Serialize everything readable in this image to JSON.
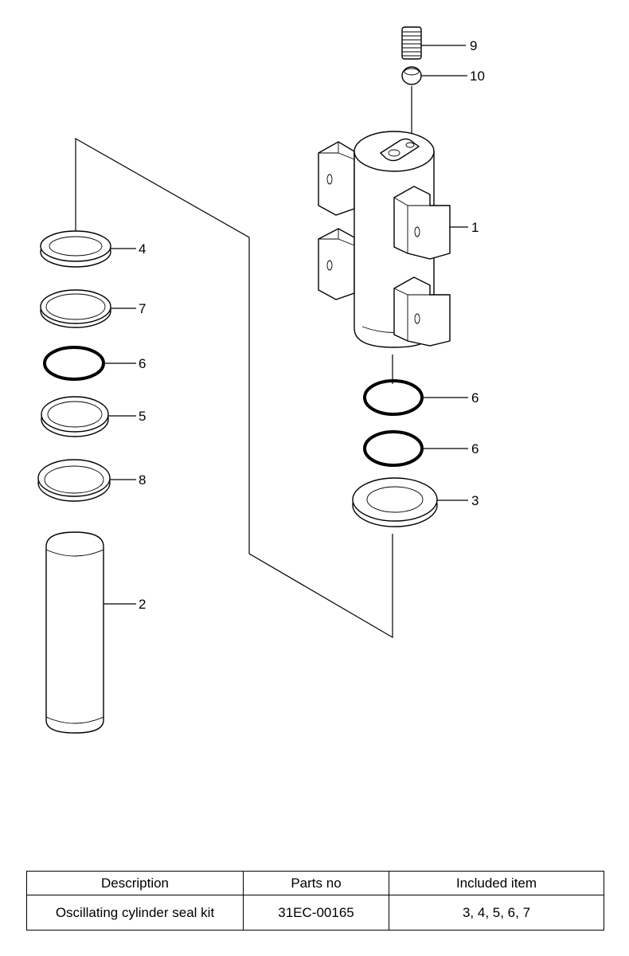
{
  "callouts": {
    "item_9": "9",
    "item_10": "10",
    "item_1": "1",
    "item_4": "4",
    "item_7": "7",
    "item_6_left": "6",
    "item_5": "5",
    "item_8": "8",
    "item_2": "2",
    "item_6_upper": "6",
    "item_6_lower": "6",
    "item_3": "3"
  },
  "table": {
    "headers": [
      "Description",
      "Parts no",
      "Included item"
    ],
    "row": {
      "description": "Oscillating cylinder seal kit",
      "parts_no": "31EC-00165",
      "included_items": "3, 4, 5, 6, 7"
    }
  }
}
